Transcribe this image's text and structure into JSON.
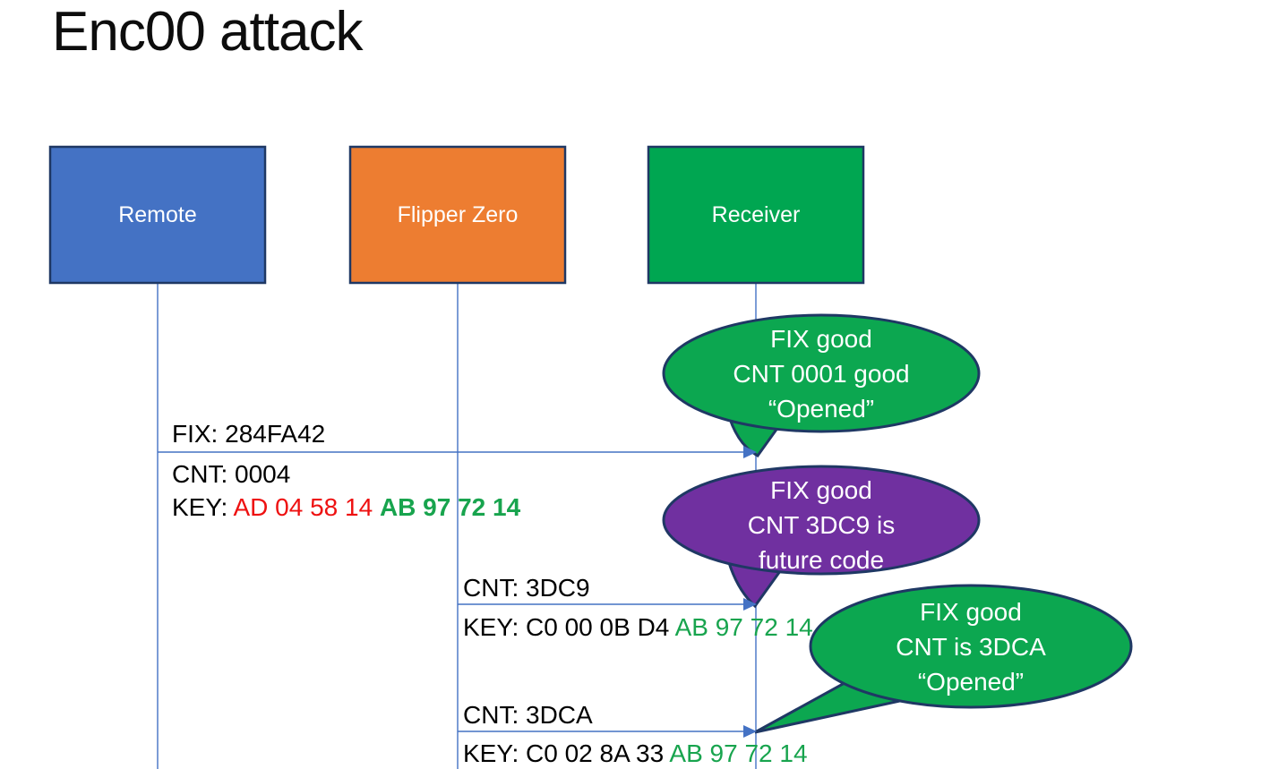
{
  "title": "Enc00 attack",
  "colors": {
    "remote_fill": "#4472C4",
    "flipper_fill": "#ED7D31",
    "receiver_fill": "#00A651",
    "shape_border": "#1F3864",
    "connector_blue": "#4472C4",
    "bubble_green": "#0CA750",
    "bubble_purple": "#7030A0",
    "key_red_text": "#EE1111",
    "key_green_text": "#18A44E"
  },
  "actors": {
    "remote": "Remote",
    "flipper": "Flipper Zero",
    "receiver": "Receiver"
  },
  "messages": {
    "m1": {
      "fix": "FIX: 284FA42",
      "cnt": "CNT: 0004",
      "key_label": "KEY: ",
      "key_red": "AD 04 58 14 ",
      "key_green": "AB 97 72 14"
    },
    "m2": {
      "cnt": "CNT: 3DC9",
      "key_black": "KEY: C0 00 0B D4 ",
      "key_green": "AB 97 72 14"
    },
    "m3": {
      "cnt": "CNT: 3DCA",
      "key_black": "KEY: C0 02 8A 33 ",
      "key_green": "AB 97 72 14"
    }
  },
  "bubbles": [
    {
      "fill": "#0CA750",
      "line1": "FIX good",
      "line2": "CNT 0001 good",
      "line3": "“Opened”"
    },
    {
      "fill": "#7030A0",
      "line1": "FIX good",
      "line2": "CNT 3DC9 is",
      "line3": "future code"
    },
    {
      "fill": "#0CA750",
      "line1": "FIX good",
      "line2": "CNT is 3DCA",
      "line3": "“Opened”"
    }
  ]
}
